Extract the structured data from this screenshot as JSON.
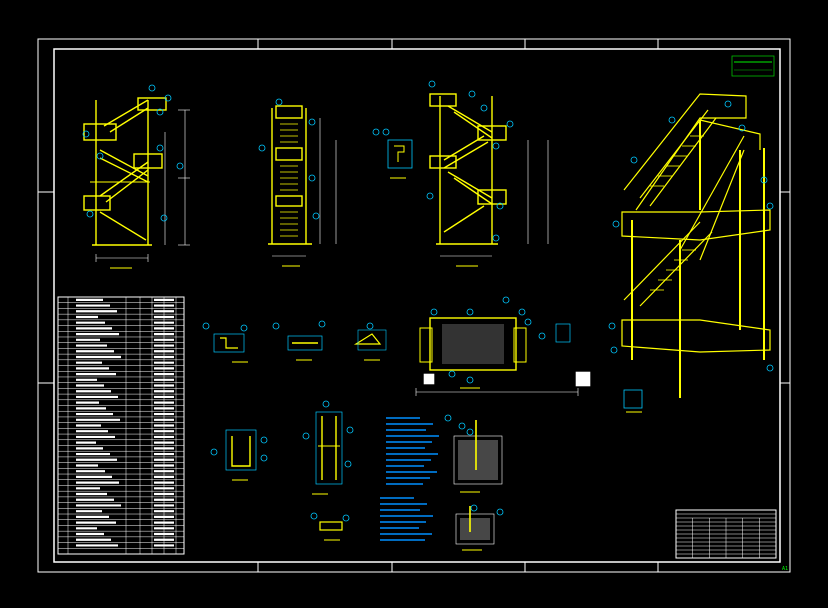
{
  "colors": {
    "background": "#000000",
    "frame": "#ffffff",
    "structure": "#ffff00",
    "callout": "#00c8ff",
    "dimension": "#ffffff",
    "note_text": "#0090ff",
    "title_block_accent": "#00c000",
    "table_text": "#ffffff"
  },
  "views": [
    {
      "id": "front-elevation"
    },
    {
      "id": "side-elevation"
    },
    {
      "id": "rear-elevation"
    },
    {
      "id": "isometric-view"
    },
    {
      "id": "plan-view"
    }
  ],
  "details": [
    {
      "id": "detail-a"
    },
    {
      "id": "detail-b"
    },
    {
      "id": "detail-c"
    },
    {
      "id": "detail-d"
    },
    {
      "id": "detail-e"
    },
    {
      "id": "detail-f"
    },
    {
      "id": "detail-g"
    },
    {
      "id": "detail-h"
    },
    {
      "id": "detail-i"
    }
  ],
  "material_table": {
    "rows": 45,
    "columns": 7
  },
  "title_block": {
    "rows": 12,
    "columns": 6
  },
  "sheet_mark": "A1"
}
